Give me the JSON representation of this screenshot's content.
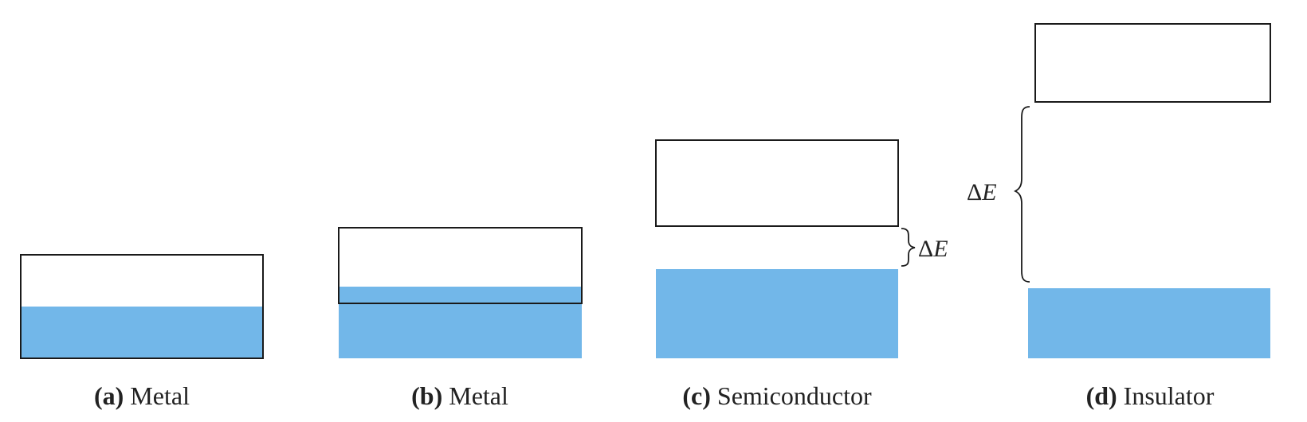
{
  "colors": {
    "filled_band": "#72b7e9",
    "outline": "#1a1a1a",
    "background": "#ffffff"
  },
  "panels": [
    {
      "letter": "a",
      "name": "Metal"
    },
    {
      "letter": "b",
      "name": "Metal"
    },
    {
      "letter": "c",
      "name": "Semiconductor"
    },
    {
      "letter": "d",
      "name": "Insulator"
    }
  ],
  "gap_label": {
    "delta": "Δ",
    "symbol": "E"
  }
}
